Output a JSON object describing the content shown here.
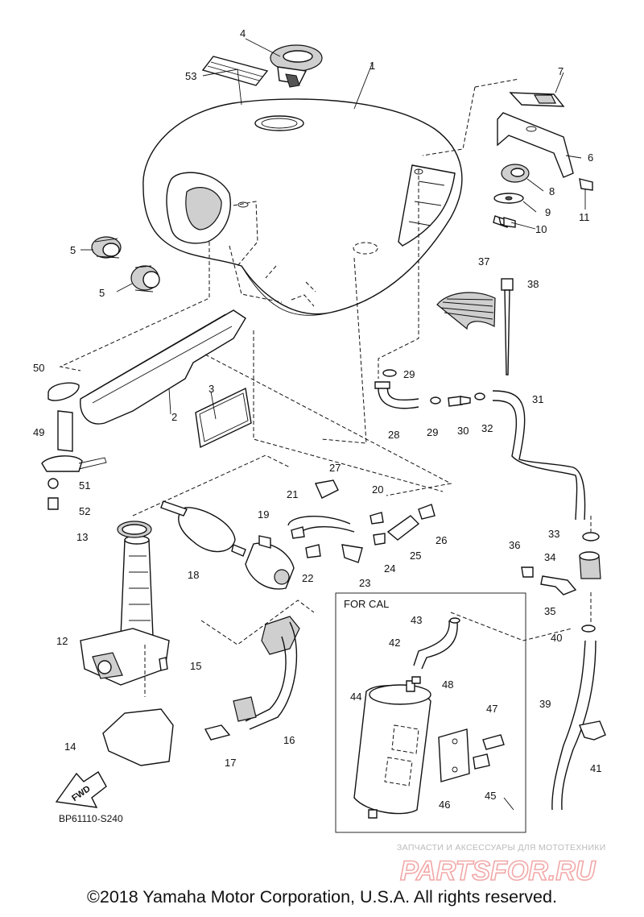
{
  "diagram": {
    "box_title": "FOR CAL",
    "diagram_code": "BP61110-S240",
    "fwd_label": "FWD",
    "callouts": [
      "1",
      "2",
      "3",
      "4",
      "5",
      "5",
      "6",
      "7",
      "8",
      "9",
      "10",
      "11",
      "12",
      "13",
      "14",
      "15",
      "16",
      "17",
      "18",
      "19",
      "20",
      "21",
      "22",
      "23",
      "24",
      "25",
      "26",
      "27",
      "28",
      "29",
      "29",
      "30",
      "31",
      "32",
      "33",
      "34",
      "35",
      "36",
      "37",
      "38",
      "39",
      "40",
      "41",
      "42",
      "43",
      "44",
      "45",
      "46",
      "47",
      "48",
      "49",
      "50",
      "51",
      "52",
      "53"
    ]
  },
  "watermark": {
    "subtitle": "ЗАПЧАСТИ И АКСЕССУАРЫ ДЛЯ МОТОТЕХНИКИ",
    "logo": "PARTSFOR.RU"
  },
  "footer": {
    "copyright": "©2018 Yamaha Motor Corporation, U.S.A. All rights reserved."
  }
}
